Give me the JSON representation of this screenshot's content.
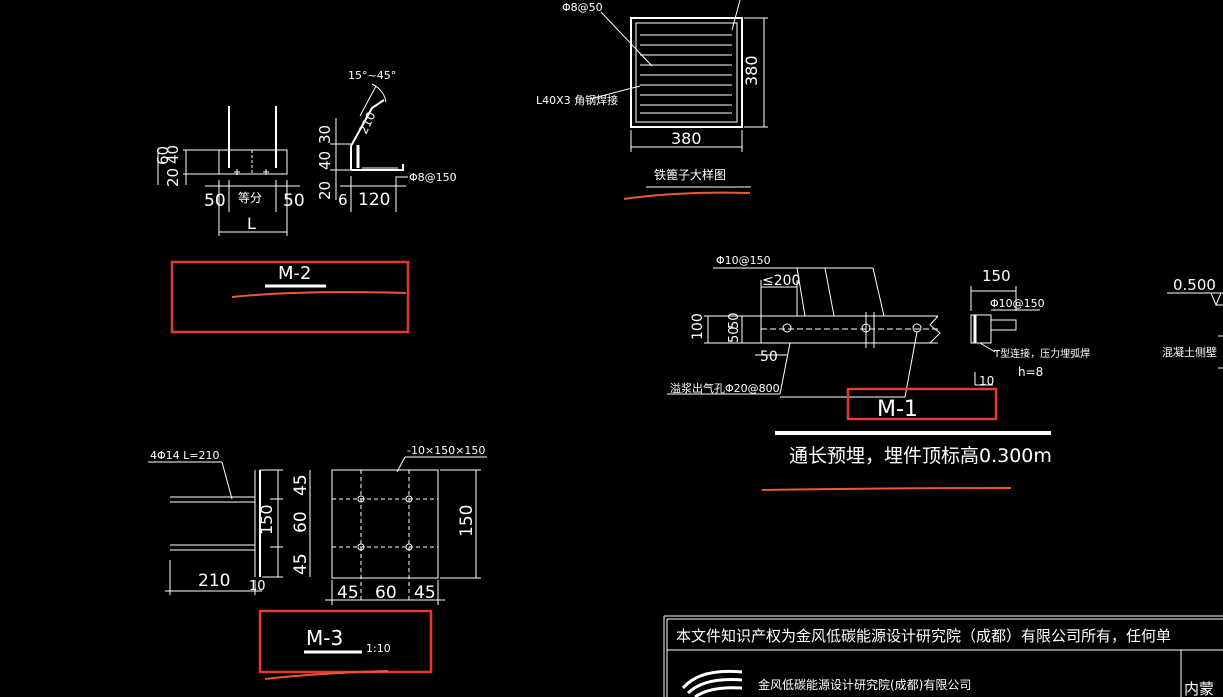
{
  "colors": {
    "background": "#000000",
    "line": "#ffffff",
    "highlight": "#e23b2a",
    "markup": "#e85a30"
  },
  "m2": {
    "title": "M-2",
    "dims": {
      "left_60": "60",
      "left_20": "20",
      "left_40": "40",
      "bottom_50_left": "50",
      "equal": "等分",
      "bottom_50_right": "50",
      "length": "L",
      "angle": "15°~45°",
      "side_20": "20",
      "side_40": "40",
      "side_30": "30",
      "slope_210": "210",
      "bottom_6": "6",
      "bottom_120": "120",
      "rebar": "Φ8@150"
    }
  },
  "basket": {
    "rebar": "Φ8@50",
    "angle_steel": "L40X3 角钢焊接",
    "width": "380",
    "height": "380",
    "title": "铁篦子大样图"
  },
  "m1": {
    "title": "M-1",
    "rebar_top": "Φ10@150",
    "spacing": "≤200",
    "h100": "100",
    "h50a": "50",
    "h50b": "50",
    "bottom_50": "50",
    "vent": "溢浆出气孔Φ20@800",
    "side_150": "150",
    "side_rebar": "Φ10@150",
    "weld": "T型连接，压力埋弧焊",
    "h8": "h=8",
    "b10": "10",
    "note": "通长预埋，埋件顶标高0.300m"
  },
  "m3": {
    "title": "M-3",
    "scale": "1:10",
    "anchor": "4Φ14 L=210",
    "plate": "-10×150×150",
    "len210": "210",
    "t10": "10",
    "d45a": "45",
    "d60": "60",
    "d45b": "45",
    "d150_side": "150",
    "d150_right": "150",
    "b45a": "45",
    "b60": "60",
    "b45b": "45"
  },
  "right": {
    "level": "0.500",
    "wall": "混凝土侧壁"
  },
  "titleblock": {
    "notice": "本文件知识产权为金风低碳能源设计研究院（成都）有限公司所有，任何单",
    "company": "金风低碳能源设计研究院(成都)有限公司",
    "project_part": "内蒙"
  }
}
